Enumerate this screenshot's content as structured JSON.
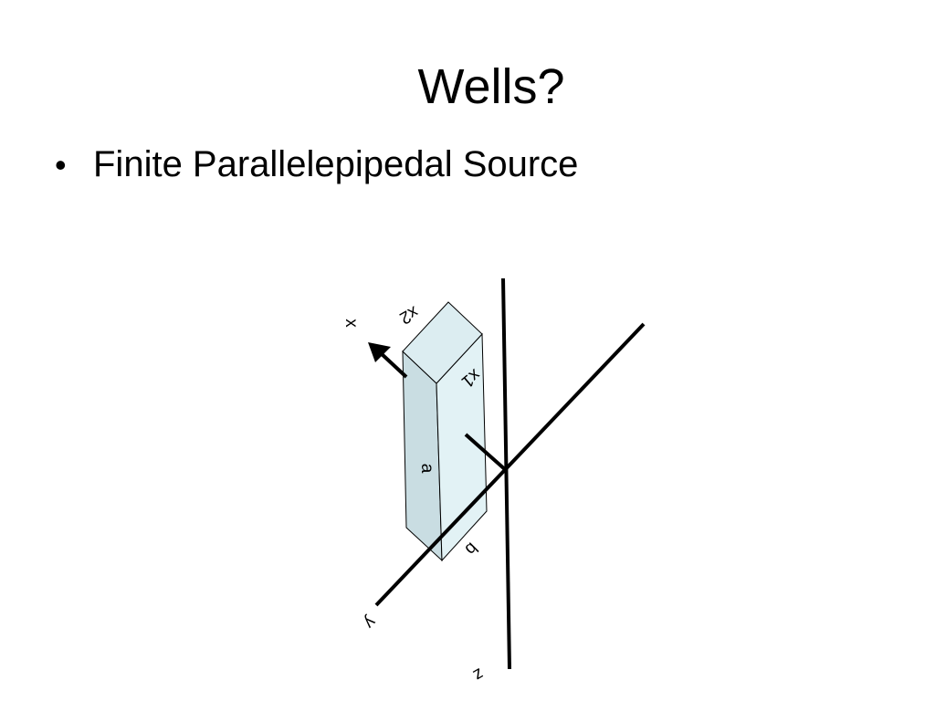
{
  "slide": {
    "title": "Wells?",
    "bullets": [
      "Finite Parallelepipedal Source"
    ]
  },
  "diagram": {
    "labels": {
      "x_axis": "x",
      "y_axis": "y",
      "z_axis": "z",
      "x2": "x2",
      "x1": "x1",
      "a": "a",
      "b": "b"
    },
    "colors": {
      "box_top": "#dcedf1",
      "box_front": "#c9dde2",
      "box_side": "#e2f2f5",
      "stroke": "#000000"
    }
  }
}
